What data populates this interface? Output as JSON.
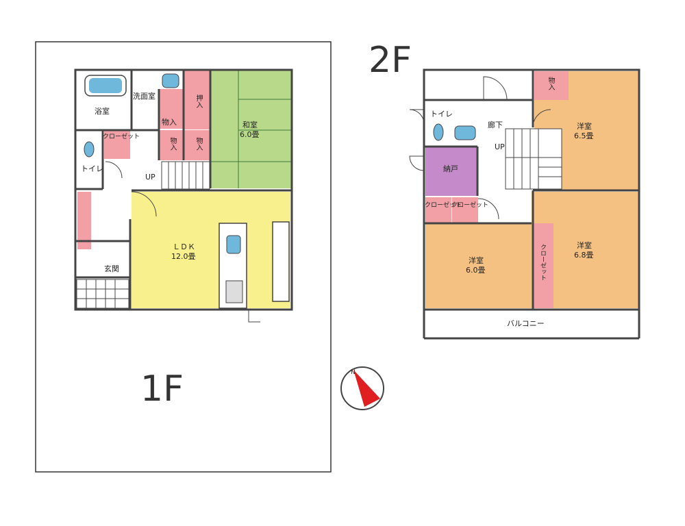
{
  "floor1": {
    "title": "1F",
    "rooms": {
      "bath": "浴室",
      "washroom": "洗面室",
      "storage1": "物入",
      "closet_push": "押入",
      "storage2": "物入",
      "storage3": "物入",
      "wa_room_name": "和室",
      "wa_room_size": "6.0畳",
      "closet_side": "クローゼット",
      "toilet": "トイレ",
      "up": "UP",
      "ldk_name": "ＬＤＫ",
      "ldk_size": "12.0畳",
      "entrance": "玄関"
    }
  },
  "floor2": {
    "title": "2F",
    "rooms": {
      "toilet": "トイレ",
      "hallway": "廊下",
      "up": "UP",
      "nando": "納戸",
      "storage_top": "物入",
      "west_a_name": "洋室",
      "west_a_size": "6.5畳",
      "closet_a": "クローゼット",
      "closet_b": "クローゼット",
      "west_b_name": "洋室",
      "west_b_size": "6.0畳",
      "closet_c": "クローゼット",
      "west_c_name": "洋室",
      "west_c_size": "6.8畳",
      "balcony": "バルコニー"
    }
  },
  "compass": {
    "label": "N"
  },
  "colors": {
    "closet": "#f2a0a6",
    "wa_room": "#b9d98a",
    "ldk": "#f7f08c",
    "western": "#f5c182",
    "nando": "#c48ac9",
    "bath": "#6fb8dc",
    "compass_arrow": "#e02020",
    "wall": "#444444"
  }
}
